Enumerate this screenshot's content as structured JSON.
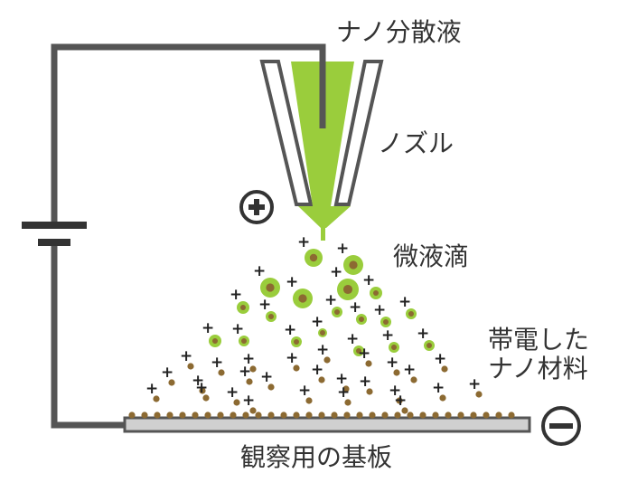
{
  "labels": {
    "nano_dispersion": "ナノ分散液",
    "nozzle": "ノズル",
    "droplets": "微液滴",
    "charged_nanomaterial_line1": "帯電した",
    "charged_nanomaterial_line2": "ナノ材料",
    "observation_substrate": "観察用の基板"
  },
  "symbols": {
    "positive": "+",
    "negative": "−"
  },
  "colors": {
    "liquid_green": "#9ACD3C",
    "particle_brown": "#8C6A32",
    "wire_gray": "#555555",
    "substrate_fill": "#D0D0D0",
    "text": "#333333"
  }
}
